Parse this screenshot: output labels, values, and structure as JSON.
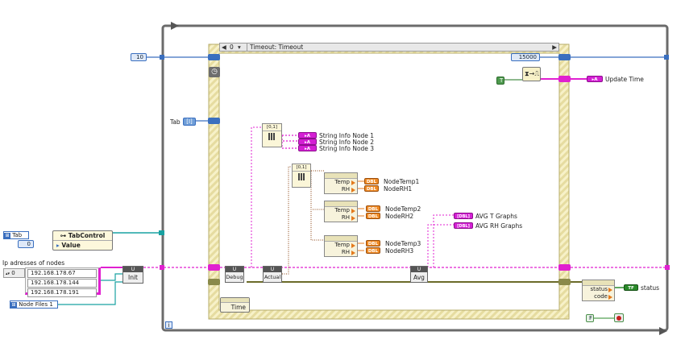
{
  "case_selector": {
    "index": "0",
    "label": "Timeout: Timeout"
  },
  "constants": {
    "timeout_ms": "10",
    "wait_ms": "15000",
    "tab_const": "[I]",
    "tab_label": "Tab",
    "true_const": "T",
    "false_const": "F",
    "tab_control_value": "0"
  },
  "left_panel": {
    "tab_control_label": "Tab",
    "tab_control_node_title": "TabControl",
    "tab_control_node_prop": "Value",
    "ip_array_caption": "Ip adresses of nodes",
    "ip_array_index": "0",
    "ips": [
      "192.168.178.67",
      "192.168.178.144",
      "192.168.178.191"
    ],
    "node_files_label": "Node Files 1",
    "init_label": "Init",
    "init_top": "U"
  },
  "string_indicators": [
    "String Info Node 1",
    "String Info Node 2",
    "String Info Node 3"
  ],
  "index_label": "[0,1]",
  "bundles": [
    {
      "rows": [
        "Temp",
        "RH"
      ],
      "outputs": [
        "NodeTemp1",
        "NodeRH1"
      ]
    },
    {
      "rows": [
        "Temp",
        "RH"
      ],
      "outputs": [
        "NodeTemp2",
        "NodeRH2"
      ]
    },
    {
      "rows": [
        "Temp",
        "RH"
      ],
      "outputs": [
        "NodeTemp3",
        "NodeRH3"
      ]
    }
  ],
  "dbl_tag": "DBL",
  "graphs": {
    "t_label": "AVG T Graphs",
    "rh_label": "AVG RH Graphs",
    "tag": "[DBL]"
  },
  "subvis": {
    "debug": "Debug",
    "actual": "Actual",
    "avg": "Avg",
    "top": "U"
  },
  "time_label": "Time",
  "update_time_label": "Update Time",
  "status_node": {
    "rows": [
      "status",
      "code"
    ],
    "output": "status",
    "tag": "TF"
  },
  "loop_iteration": "i"
}
